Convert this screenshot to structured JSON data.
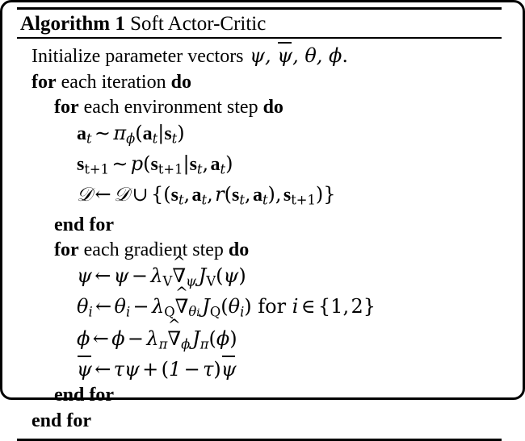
{
  "document": {
    "kind": "latex-algorithm-float",
    "title": {
      "keyword": "Algorithm 1",
      "name": "Soft Actor-Critic"
    },
    "rules": {
      "top": "thick",
      "under_title": "thin",
      "bottom": "thick"
    },
    "body_lines": [
      {
        "id": "init",
        "indent": 0,
        "plain": "Initialize parameter vectors ψ, ψ̄, θ, ϕ.",
        "words": {
          "lead": "Initialize parameter vectors"
        },
        "symbols": [
          "ψ",
          "ψ̄",
          "θ",
          "ϕ"
        ],
        "trailing": "."
      },
      {
        "id": "for-iteration",
        "indent": 0,
        "plain": "for each iteration do",
        "keywords": {
          "open": "for",
          "close": "do"
        },
        "words": {
          "middle": "each iteration"
        }
      },
      {
        "id": "for-env-step",
        "indent": 1,
        "plain": "for each environment step do",
        "keywords": {
          "open": "for",
          "close": "do"
        },
        "words": {
          "middle": "each environment step"
        }
      },
      {
        "id": "sample-action",
        "indent": 2,
        "plain": "a_t ~ π_ϕ(a_t|s_t)",
        "latex": "\\mathbf{a}_t \\sim \\pi_\\phi(\\mathbf{a}_t|\\mathbf{s}_t)"
      },
      {
        "id": "sample-next-state",
        "indent": 2,
        "plain": "s_{t+1} ~ p(s_{t+1}|s_t, a_t)",
        "latex": "\\mathbf{s}_{t+1} \\sim p(\\mathbf{s}_{t+1}|\\mathbf{s}_t,\\mathbf{a}_t)"
      },
      {
        "id": "replay-buffer-update",
        "indent": 2,
        "plain": "D ← D ∪ {(s_t, a_t, r(s_t, a_t), s_{t+1})}",
        "latex": "\\mathcal{D} \\leftarrow \\mathcal{D} \\cup \\{(\\mathbf{s}_t,\\mathbf{a}_t,r(\\mathbf{s}_t,\\mathbf{a}_t),\\mathbf{s}_{t+1})\\}"
      },
      {
        "id": "end-for-env",
        "indent": 1,
        "plain": "end for",
        "keywords": {
          "open": "end for"
        }
      },
      {
        "id": "for-gradient-step",
        "indent": 1,
        "plain": "for each gradient step do",
        "keywords": {
          "open": "for",
          "close": "do"
        },
        "words": {
          "middle": "each gradient step"
        }
      },
      {
        "id": "update-psi",
        "indent": 2,
        "plain": "ψ ← ψ − λ_V ∇̂_ψ J_V(ψ)",
        "latex": "\\psi \\leftarrow \\psi - \\lambda_V \\hat{\\nabla}_\\psi J_V(\\psi)"
      },
      {
        "id": "update-theta",
        "indent": 2,
        "plain": "θ_i ← θ_i − λ_Q ∇̂_{θ_i} J_Q(θ_i) for i ∈ {1,2}",
        "latex": "\\theta_i \\leftarrow \\theta_i - \\lambda_Q \\hat{\\nabla}_{\\theta_i} J_Q(\\theta_i) \\text{ for } i \\in \\{1,2\\}"
      },
      {
        "id": "update-phi",
        "indent": 2,
        "plain": "ϕ ← ϕ − λ_π ∇̂_ϕ J_π(ϕ)",
        "latex": "\\phi \\leftarrow \\phi - \\lambda_\\pi \\hat{\\nabla}_\\phi J_\\pi(\\phi)"
      },
      {
        "id": "update-target-psi",
        "indent": 2,
        "plain": "ψ̄ ← τψ + (1 − τ)ψ̄",
        "latex": "\\bar{\\psi} \\leftarrow \\tau\\psi + (1-\\tau)\\bar{\\psi}"
      },
      {
        "id": "end-for-gradient",
        "indent": 1,
        "plain": "end for",
        "keywords": {
          "open": "end for"
        }
      },
      {
        "id": "end-for-iteration",
        "indent": 0,
        "plain": "end for",
        "keywords": {
          "open": "end for"
        }
      }
    ],
    "symbols": {
      "psi": "ψ",
      "psi_bar": "ψ̄",
      "theta": "θ",
      "phi": "ϕ",
      "pi": "π",
      "tau": "τ",
      "lambda": "λ",
      "nabla_hat": "∇̂",
      "sim": "∼",
      "arrow_left": "←",
      "cup": "∪",
      "in": "∈",
      "minus": "−",
      "plus": "+",
      "cal_D": "ᴰ",
      "mid": "|"
    },
    "colors": {
      "text": "#000000",
      "background": "#ffffff",
      "rule": "#000000"
    }
  }
}
